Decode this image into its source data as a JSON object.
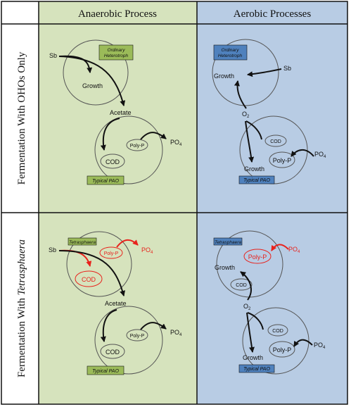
{
  "header": {
    "anaerobic": "Anaerobic Process",
    "aerobic": "Aerobic Processes"
  },
  "rows": {
    "row1_title": "Fermentation With OHOs Only",
    "row2_title_prefix": "Fermentation With ",
    "row2_title_italic": "Tetrasphaera"
  },
  "labels": {
    "sb": "Sb",
    "growth": "Growth",
    "acetate": "Acetate",
    "cod": "COD",
    "polyp": "Poly-P",
    "po4_base": "PO",
    "po4_sub": "4",
    "o2_base": "O",
    "o2_sub": "2",
    "ordinary_1": "Ordinary",
    "ordinary_2": "Heterotroph",
    "typical_pao": "Typical PAO",
    "tetrasphaera": "Tetrasphaera"
  },
  "colors": {
    "anaerobic_bg": "#d6e3bd",
    "aerobic_bg": "#b8cce4",
    "green_box": "#9bbb59",
    "blue_box": "#4f81bd",
    "red": "#e8221c",
    "frame": "#111111"
  }
}
